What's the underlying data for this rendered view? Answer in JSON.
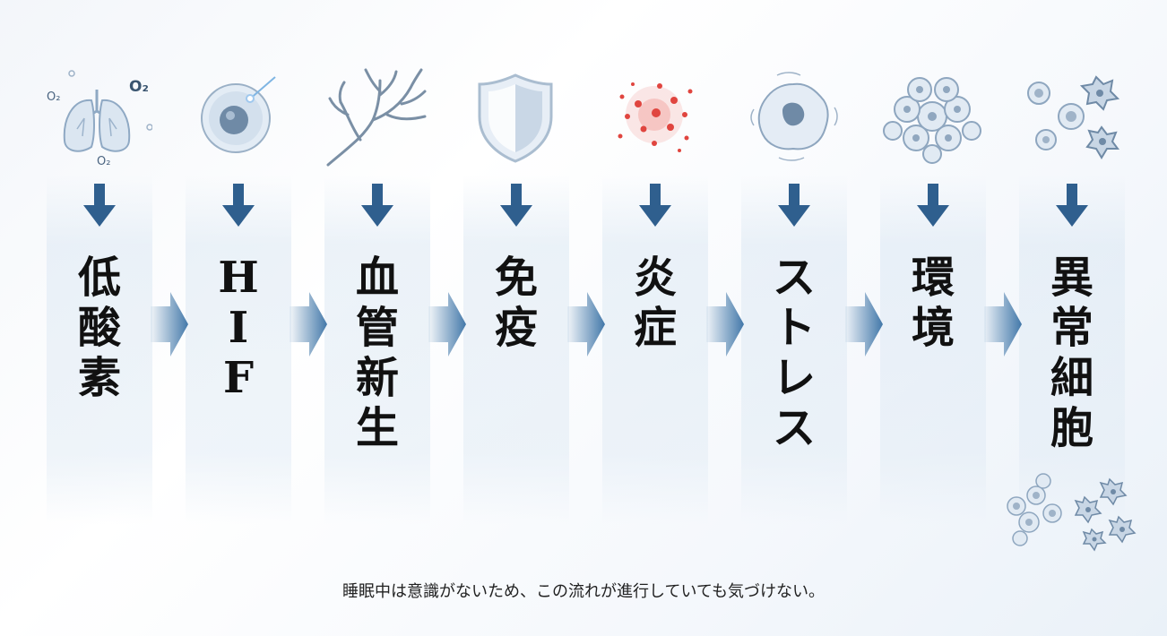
{
  "steps": [
    {
      "icon": "lungs-icon",
      "chars": [
        "低",
        "酸",
        "素"
      ]
    },
    {
      "icon": "cell-icon",
      "chars": [
        "H",
        "I",
        "F"
      ]
    },
    {
      "icon": "blood-vessel-icon",
      "chars": [
        "血",
        "管",
        "新",
        "生"
      ]
    },
    {
      "icon": "shield-icon",
      "chars": [
        "免",
        "疫"
      ]
    },
    {
      "icon": "inflammation-icon",
      "chars": [
        "炎",
        "症"
      ]
    },
    {
      "icon": "stressed-cell-icon",
      "chars": [
        "ス",
        "ト",
        "レ",
        "ス"
      ]
    },
    {
      "icon": "cell-cluster-icon",
      "chars": [
        "環",
        "境"
      ]
    },
    {
      "icon": "abnormal-cells-icon",
      "chars": [
        "異",
        "常",
        "細",
        "胞"
      ]
    }
  ],
  "o2_label": "O₂",
  "footer": "睡眠中は意識がないため、この流れが進行していても気づけない。",
  "colors": {
    "arrow": "#2f5f8e",
    "chevron": "#2f6aa0",
    "inflammation": "#e0453f"
  }
}
